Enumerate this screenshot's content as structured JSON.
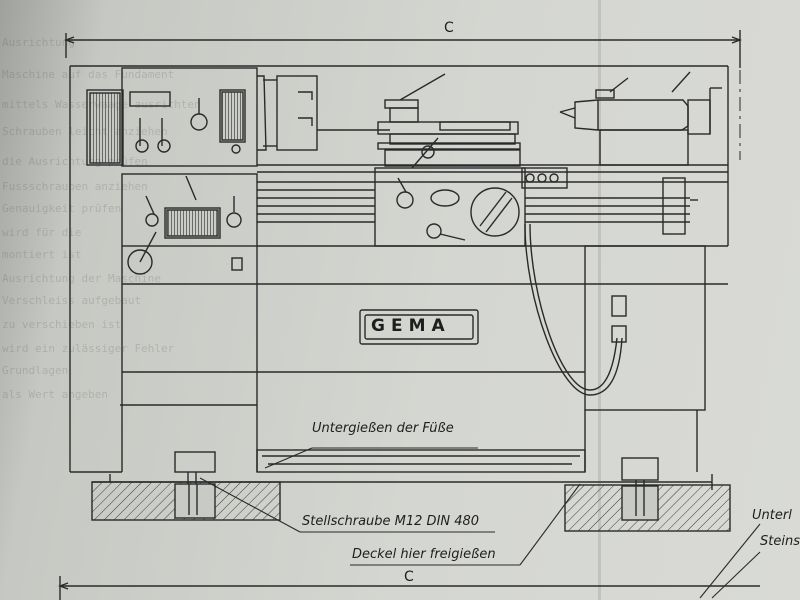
{
  "drawing": {
    "brand_plate": "GEMA",
    "dimension_top": "C",
    "dimension_bottom": "C",
    "callouts": [
      {
        "id": "untergiessen",
        "text": "Untergießen der Füße"
      },
      {
        "id": "stellschraube",
        "text": "Stellschraube M12 DIN 480"
      },
      {
        "id": "deckel",
        "text": "Deckel hier freigießen"
      },
      {
        "id": "unterl",
        "text": "Unterl"
      },
      {
        "id": "steins",
        "text": "Steins"
      }
    ],
    "colors": {
      "paper": "#d6d7d3",
      "ink": "#2a2a2a",
      "hatch": "#3a3a3a"
    }
  }
}
